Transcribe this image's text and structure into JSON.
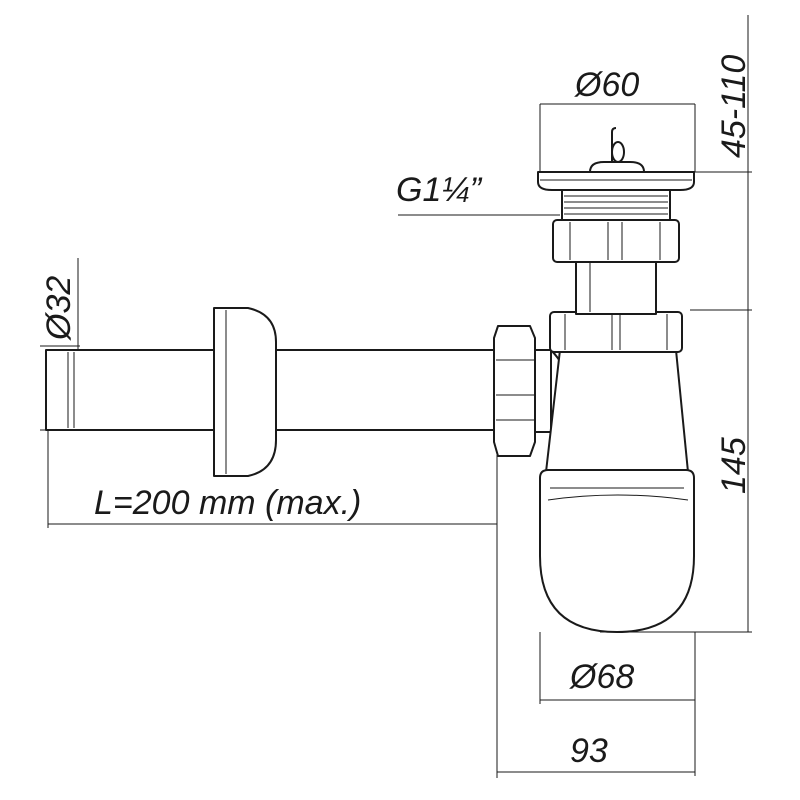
{
  "diagram": {
    "labels": {
      "top_diameter": "Ø60",
      "height_range": "45-110",
      "thread": "G1¼”",
      "pipe_diameter": "Ø32",
      "length": "L=200 mm (max.)",
      "body_height": "145",
      "bottle_diameter": "Ø68",
      "total_width": "93"
    },
    "colors": {
      "line": "#1a1a1a",
      "background": "#ffffff"
    }
  }
}
